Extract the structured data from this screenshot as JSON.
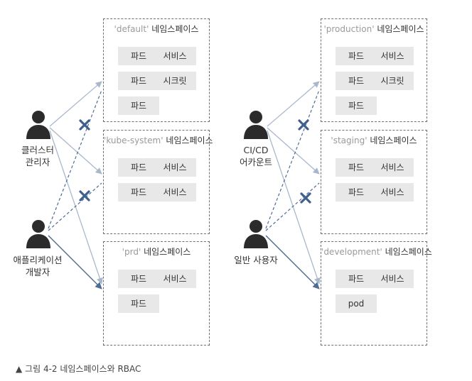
{
  "left": {
    "actors": [
      {
        "label_line1": "클러스터",
        "label_line2": "관리자"
      },
      {
        "label_line1": "애플리케이션",
        "label_line2": "개발자"
      }
    ],
    "namespaces": [
      {
        "name": "default",
        "suffix": " 네임스페이스",
        "resources": [
          "파드",
          "서비스",
          "파드",
          "시크릿",
          "파드"
        ]
      },
      {
        "name": "kube-system",
        "suffix": " 네임스페이스",
        "resources": [
          "파드",
          "서비스",
          "파드",
          "서비스"
        ]
      },
      {
        "name": "prd",
        "suffix": " 네임스페이스",
        "resources": [
          "파드",
          "서비스",
          "파드"
        ]
      }
    ]
  },
  "right": {
    "actors": [
      {
        "label_line1": "CI/CD",
        "label_line2": "어카운트"
      },
      {
        "label_line1": "일반 사용자",
        "label_line2": ""
      }
    ],
    "namespaces": [
      {
        "name": "production",
        "suffix": " 네임스페이스",
        "resources": [
          "파드",
          "서비스",
          "파드",
          "시크릿",
          "파드"
        ]
      },
      {
        "name": "staging",
        "suffix": " 네임스페이스",
        "resources": [
          "파드",
          "서비스",
          "파드",
          "서비스"
        ]
      },
      {
        "name": "development",
        "suffix": " 네임스페이스",
        "resources": [
          "파드",
          "서비스",
          "pod"
        ]
      }
    ]
  },
  "quote_char": "'",
  "caption": "▲ 그림 4-2 네임스페이스와 RBAC",
  "colors": {
    "access_line": "#a8b8cc",
    "strong_line": "#4f6c95",
    "deny_mark": "#3f5f8f",
    "dashed_border": "#6f6f6f",
    "resource_bg": "#e8e8e8"
  }
}
